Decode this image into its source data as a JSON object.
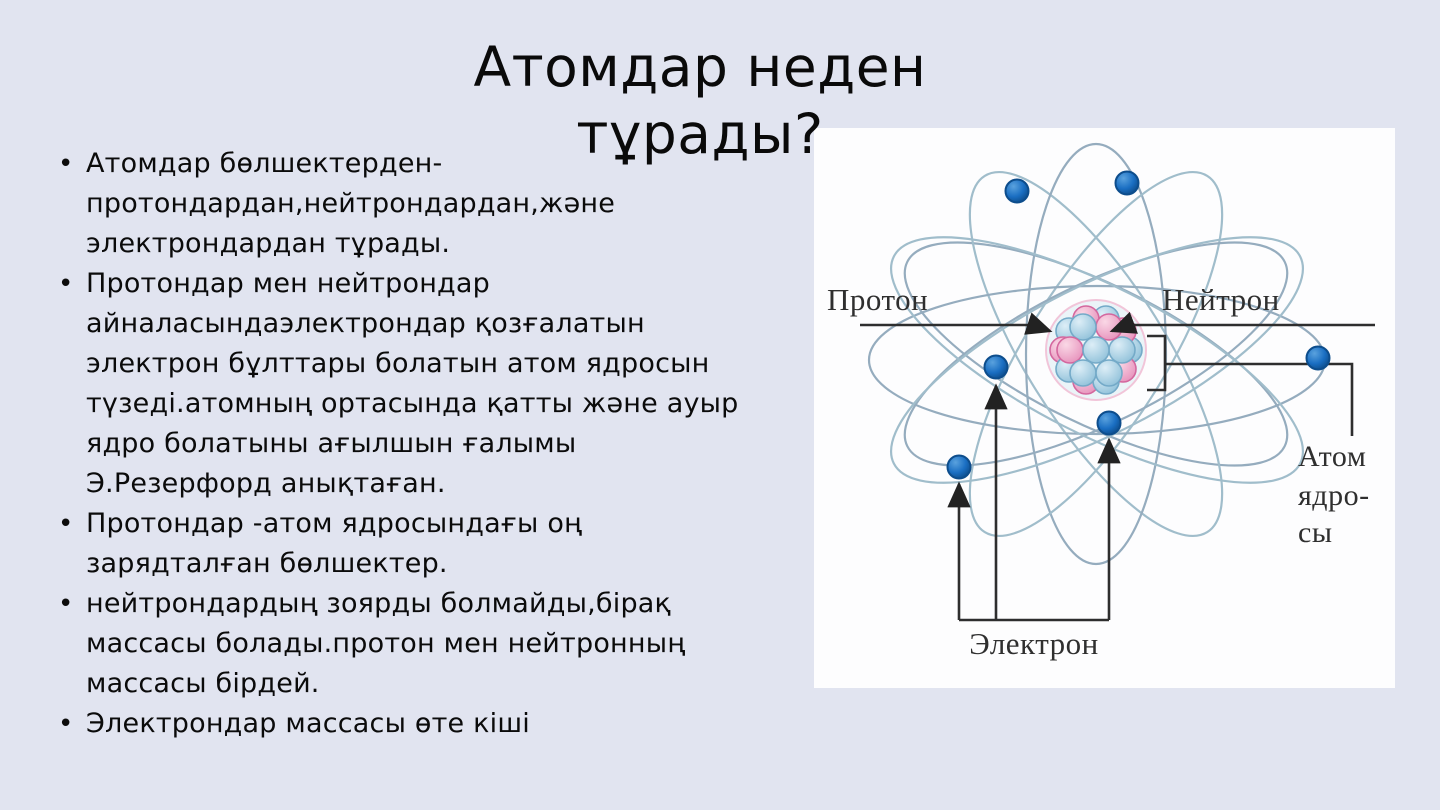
{
  "slide": {
    "title": {
      "line1": "Атомдар неден",
      "line2": "тұрады?"
    },
    "bullets": [
      {
        "lines": [
          "Атомдар бөлшектерден-",
          "протондардан,нейтрондардан,және",
          "электрондардан тұрады."
        ]
      },
      {
        "lines": [
          "Протондар мен нейтрондар",
          "айналасындаэлектрондар қозғалатын",
          "электрон бұлттары болатын атом ядросын",
          "түзеді.атомның ортасында қатты және ауыр",
          "ядро болатыны ағылшын ғалымы",
          "Э.Резерфорд анықтаған."
        ]
      },
      {
        "lines": [
          "Протондар -атом ядросындағы оң",
          "зарядталған бөлшектер."
        ]
      },
      {
        "lines": [
          "нейтрондардың зоярды болмайды,бірақ",
          "массасы болады.протон мен нейтронның",
          "массасы бірдей."
        ]
      },
      {
        "lines": [
          "Электрондар массасы өте кіші"
        ]
      }
    ],
    "colors": {
      "background": "#e1e4f0",
      "text": "#0b0b0b"
    }
  },
  "diagram": {
    "labels": {
      "proton": "Протон",
      "neutron": "Нейтрон",
      "nucleus_line1": "Атом",
      "nucleus_line2": "ядро-",
      "nucleus_line3": "сы",
      "electron": "Электрон"
    },
    "colors": {
      "background": "#fdfdfe",
      "orbit": "#8aa4b8",
      "orbit_alt": "#97b7c6",
      "electron_fill": "#1a6ec2",
      "electron_rim": "#0d4d8c",
      "proton_sphere": "#a9d0e4",
      "neutron_sphere": "#efaccb",
      "callout_line": "#2e2e2e"
    }
  }
}
